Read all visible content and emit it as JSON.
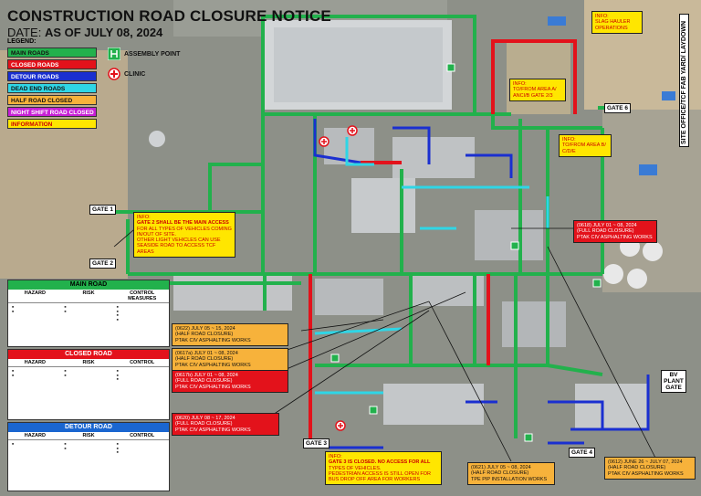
{
  "header": {
    "title": "CONSTRUCTION ROAD CLOSURE NOTICE",
    "date_prefix": "DATE: ",
    "date_value": "AS OF JULY 08, 2024"
  },
  "legend": {
    "heading": "LEGEND:",
    "items": [
      {
        "label": "MAIN ROADS",
        "color": "#22b14c"
      },
      {
        "label": "CLOSED ROADS",
        "color": "#e3121b"
      },
      {
        "label": "DETOUR ROADS",
        "color": "#1a2fd0"
      },
      {
        "label": "DEAD END ROADS",
        "color": "#2fd6e6"
      },
      {
        "label": "HALF ROAD CLOSED",
        "color": "#f7b23b"
      },
      {
        "label": "NIGHT SHIFT ROAD CLOSED",
        "color": "#c71fd6"
      },
      {
        "label": "INFORMATION",
        "color": "#ffe600"
      }
    ],
    "assembly_point": "ASSEMBLY POINT",
    "clinic": "CLINIC"
  },
  "panels": [
    {
      "title": "MAIN ROAD",
      "color": "#22b14c",
      "cols": [
        "HAZARD",
        "RISK",
        "CONTROL MEASURES"
      ]
    },
    {
      "title": "CLOSED ROAD",
      "color": "#e3121b",
      "cols": [
        "HAZARD",
        "RISK",
        "CONTROL"
      ]
    },
    {
      "title": "DETOUR ROAD",
      "color": "#1a66d0",
      "cols": [
        "HAZARD",
        "RISK",
        "CONTROL"
      ]
    }
  ],
  "gates": {
    "gate1": "GATE 1",
    "gate2": "GATE 2",
    "gate3": "GATE 3",
    "gate4": "GATE 4",
    "gate6": "GATE 6",
    "bv_plant_gate": "BV PLANT GATE"
  },
  "side_label": "SITE OFFICE/TCF FAB YARD/ LAYDOWN",
  "info_boxes": {
    "slag": [
      "INFO:",
      "SLAG HAULER",
      "OPERATIONS"
    ],
    "area_a": [
      "INFO:",
      "TO/FROM AREA A/",
      "ANCI/B GATE 2/3"
    ],
    "area_b": [
      "INFO:",
      "TO/FROM AREA B/",
      "C/D/E"
    ],
    "gate2_main": [
      "INFO:",
      "GATE 2 SHALL BE THE MAIN ACCESS",
      "FOR ALL TYPES OF VEHICLES COMING",
      "IN/OUT OF SITE.",
      "OTHER LIGHT VEHICLES CAN USE",
      "SEASIDE ROAD TO ACCESS TCF AREAS"
    ],
    "gate3_closed": [
      "INFO:",
      "GATE 3 IS CLOSED. NO ACCESS FOR ALL",
      "TYPES OF VEHICLES.",
      "PEDESTRIAN ACCESS IS STILL OPEN FOR",
      "BUS DROP OFF AREA FOR WORKERS"
    ]
  },
  "notices": {
    "n0618": [
      "(0618) JULY 01 ~ 08, 2024",
      "(FULL ROAD CLOSURE)",
      "PTAK CIV ASPHALTING WORKS"
    ],
    "n0622": [
      "(0622) JULY 05 ~ 15, 2024",
      "(HALF ROAD CLOSURE)",
      "PTAK CIV ASPHALTING WORKS"
    ],
    "n0617a": [
      "(0617a) JULY 01 ~ 08, 2024",
      "(HALF ROAD CLOSURE)",
      "PTAK CIV ASPHALTING WORKS"
    ],
    "n0617b": [
      "(0617b) JULY 01 ~ 08, 2024",
      "(FULL ROAD CLOSURE)",
      "PTAK CIV ASPHALTING WORKS"
    ],
    "n0620": [
      "(0620) JULY 08 ~ 17, 2024",
      "(FULL ROAD CLOSURE)",
      "PTAK CIV ASPHALTING WORKS"
    ],
    "n0621": [
      "(0621) JULY 05 ~ 08, 2024",
      "(HALF ROAD CLOSURE)",
      "TPE PIP INSTALLATION WORKS"
    ],
    "n0612": [
      "(0612) JUNE 26 ~ JULY 07, 2024",
      "(HALF ROAD CLOSURE)",
      "PTAK CIV ASPHALTING WORKS"
    ]
  }
}
